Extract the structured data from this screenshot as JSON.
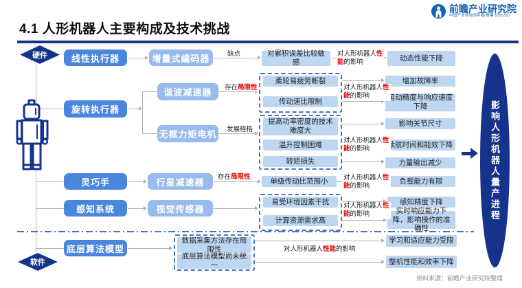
{
  "header": {
    "title": "4.1 人形机器人主要构成及技术挑战",
    "logo_name": "前瞻产业研究院",
    "logo_tagline": "中国产业咨询领导者(股票:835559)"
  },
  "sections": {
    "hardware": "硬件",
    "software": "软件"
  },
  "edge_labels": {
    "defect": "缺点",
    "limitation_prefix": "存在",
    "limitation_red": "局限性",
    "development_constraint": "发展桎梏",
    "impact_prefix": "对人形机器人",
    "impact_red": "性能",
    "impact_suffix": "的影响"
  },
  "nodes": {
    "linear_actuator": "线性执行器",
    "incremental_encoder": "增量式编码器",
    "cumulative_error": "对累积误差比较敏感",
    "dynamic_perf": "动态性能下降",
    "rotary_actuator": "旋转执行器",
    "harmonic_reducer": "谐波减速器",
    "flexspline_fatigue": "柔轮易疲劳断裂",
    "transmission_ratio": "传动速比限制",
    "failure_rate": "增加故障率",
    "motion_precision": "运动精度与响应速度下降",
    "frameless_motor": "无框力矩电机",
    "power_density": "提高功率密度的技术难度大",
    "temp_control": "温升控制困难",
    "torque_loss": "转矩损失",
    "joint_size": "影响关节尺寸",
    "endurance": "续航时间和能效下降",
    "power_output": "力量输出减少",
    "dexterous_hand": "灵巧手",
    "planetary_reducer": "行星减速器",
    "single_stage": "单级传动比范围小",
    "load_capacity": "负载能力有限",
    "perception_system": "感知系统",
    "vision_sensor": "视觉传感器",
    "env_interference": "易受环境因素干扰",
    "compute_demand": "计算资源需求高",
    "perception_precision": "感知精度下降",
    "realtime_response": "实时响应能力下降，影响操作的准确性",
    "algorithm_model": "底层算法模型",
    "data_collection": "数据采集方法存在局限性",
    "model_not_unified": "底层算法模型尚未统一",
    "learning_limit": "学习和适应能力受限",
    "overall_perf": "整机性能和效率下降"
  },
  "outcome": "影响人形机器人量产进程",
  "footer": {
    "source": "资料来源：前瞻产业研究院整理"
  }
}
